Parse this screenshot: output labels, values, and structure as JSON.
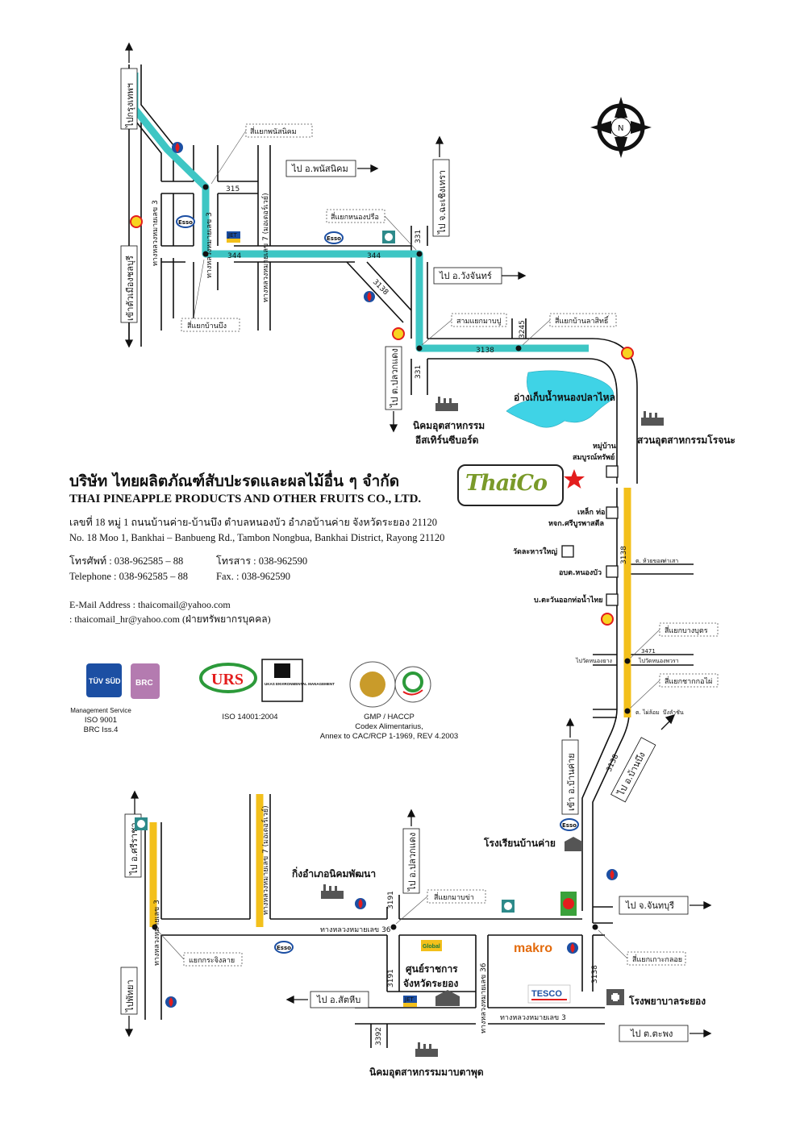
{
  "company": {
    "name_th": "บริษัท ไทยผลิตภัณฑ์สับปะรดและผลไม้อื่น ๆ จำกัด",
    "name_en": "THAI PINEAPPLE PRODUCTS AND OTHER FRUITS CO., LTD.",
    "address_th": "เลขที่ 18 หมู่ 1 ถนนบ้านค่าย-บ้านบึง ตำบลหนองบัว อำภอบ้านค่าย จังหวัดระยอง 21120",
    "address_en": "No. 18  Moo 1, Bankhai – Banbueng Rd., Tambon Nongbua, Bankhai District, Rayong 21120",
    "phone_th": "โทรศัพท์ : 038-962585 – 88",
    "fax_th": "โทรสาร : 038-962590",
    "phone_en": "Telephone : 038-962585 – 88",
    "fax_en": "Fax. : 038-962590",
    "email_1": "E-Mail Address : thaicomail@yahoo.com",
    "email_2": ": thaicomail_hr@yahoo.com  (ฝ่ายทรัพยากรบุคคล)",
    "logo_text": "ThaiCo"
  },
  "certifications": [
    {
      "name": "Management Service",
      "line1": "ISO 9001",
      "line2": "BRC Iss.4",
      "badge_1": "TÜV SÜD",
      "badge_2": "BRC"
    },
    {
      "name": "ISO 14001:2004",
      "badge_1": "URS",
      "badge_2": "UKAS ENVIRONMENTAL MANAGEMENT"
    },
    {
      "name": "GMP / HACCP",
      "line1": "Codex Alimentarius,",
      "line2": "Annex to CAC/RCP 1-1969, REV 4.2003"
    }
  ],
  "colors": {
    "teal_route": "#3ec6c4",
    "yellow_route": "#f3c01b",
    "star": "#e31d1d",
    "reservoir": "#3fd3e6"
  },
  "compass": {
    "label": "N"
  },
  "destinations": {
    "bangkok": "ไปกรุงเทพฯ",
    "chonburi": "เข้าตัวเมืองชลบุรี",
    "phanat": "ไป อ.พนัสนิคม",
    "chachoengsao": "ไป จ.ฉะเชิงเทรา",
    "wangchan": "ไป อ.วังจันทร์",
    "pluakdaeng_top": "ไป ต.ปลวกแดง",
    "bankhai_in": "เข้า อ.บ้านค่าย",
    "banbueng": "ไป อ.บ้านบึง",
    "sriracha": "ไป อ.ศรีราชา",
    "pattaya": "ไปพัทยา",
    "pluakdaeng_bottom": "ไป อ.ปลวกแดง",
    "chanthaburi": "ไป จ.จันทบุรี",
    "sattahip": "ไป อ.สัตหีบ",
    "taphong": "ไป ต.ตะพง"
  },
  "junctions": {
    "phanat": "สี่แยกพนัสนิคม",
    "nongprue": "สี่แยกหนองปรือ",
    "banbueng": "สี่แยกบ้านบึง",
    "mabpu": "สามแยกมาบปู",
    "lasit": "สี่แยกบ้านลาสิทธิ์",
    "bangbut": "สี่แยกบางบุตร",
    "chakkhlai": "สี่แยกชากกอไผ่",
    "mabkha": "สี่แยกมาบข่า",
    "krasing": "แยกกระจิงลาย",
    "kakloi": "สี่แยกเกาะกลอย"
  },
  "roads": {
    "r315": "315",
    "r344a": "344",
    "r344b": "344",
    "r331a": "331",
    "r331b": "331",
    "r3138a": "3138",
    "r3138b": "3138",
    "r3138c": "3138",
    "r3138d": "3138",
    "r3138e": "3138",
    "r3245": "3245",
    "r3191a": "3191",
    "r3191b": "3191",
    "r3392": "3392",
    "r3471": "3471",
    "hw3_top": "ทางหลวงหมายเลข 3",
    "hw3_top2": "ทางหลวงหมายเลข 3",
    "hw7_top": "ทางหลวงหมายเลข 7 (มอเตอร์เวย์)",
    "hw3_bottom": "ทางหลวงหมายเลข 3",
    "hw7_bottom": "ทางหลวงหมายเลข 7 (มอเตอร์เวย์)",
    "hw36": "ทางหลวงหมายเลข 36",
    "hw36b": "ทางหลวงหมายเลข 36",
    "hw3_low": "ทางหลวงหมายเลข 3",
    "side1": "ต. ห้วยขอด",
    "side1b": "ท่าเสา",
    "side2": "ไปวัดหนองยาง",
    "side3": "ไปวัดหนองพวรา",
    "side4": "ต. ไผ่ล้อม",
    "side4b": "บึงลำชัน"
  },
  "landmarks": {
    "reservoir": "อ่างเก็บน้ำหนองปลาไหล",
    "eastern_seaboard": "นิคมอุตสาหกรรม",
    "eastern_seaboard_2": "อีสเทิร์นซีบอร์ด",
    "rojana": "สวนอุตสาหกรรมโรจนะ",
    "village": "หมู่บ้าน",
    "village_2": "สมบูรณ์ทรัพย์",
    "steel": "เหล็ก ท่อ",
    "steel_2": "หจก.ศรีบูรพาสตีล",
    "temple": "วัดละหารใหญ่",
    "obt": "อบต.หนองบัว",
    "pipe_co": "บ.ตะวันออกท่อน้ำไทย",
    "school": "โรงเรียนบ้านค่าย",
    "nikhom_phatthana": "กิ่งอำเภอนิคมพัฒนา",
    "govt_center": "ศูนย์ราชการ",
    "govt_center_2": "จังหวัดระยอง",
    "hospital": "โรงพยาบาลระยอง",
    "maptaphut": "นิคมอุตสาหกรรมมาบตาพุด",
    "makro": "makro",
    "tesco": "TESCO",
    "global": "Global",
    "esso": "Esso",
    "shell": "Shell",
    "jet": "JET"
  }
}
